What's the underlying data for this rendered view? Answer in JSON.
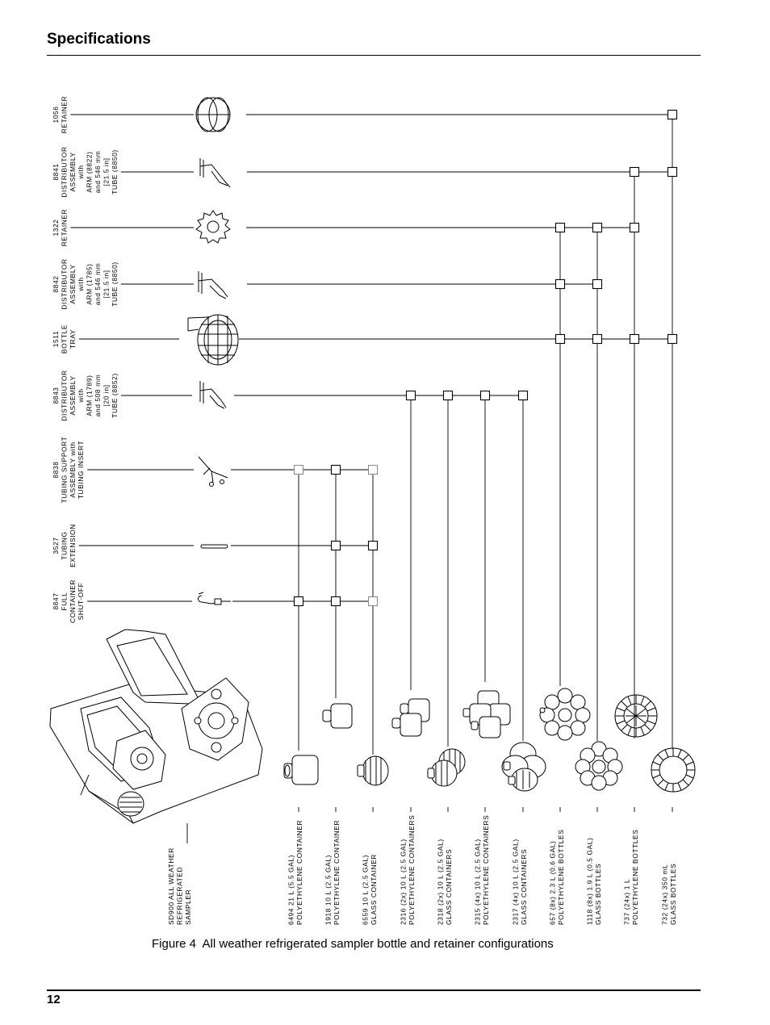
{
  "page": {
    "heading": "Specifications",
    "page_number": "12",
    "caption": "Figure 4  All weather refrigerated sampler bottle and retainer configurations"
  },
  "components": [
    {
      "id": "c1056",
      "lines": [
        "1056",
        "RETAINER"
      ]
    },
    {
      "id": "c8841",
      "lines": [
        "8841",
        "DISTRIBUTOR",
        "ASSEMBLY",
        "with",
        "ARM (8822)",
        "and 546 mm",
        "[21.5 in]",
        "TUBE (8850)"
      ]
    },
    {
      "id": "c1322",
      "lines": [
        "1322",
        "RETAINER"
      ]
    },
    {
      "id": "c8842",
      "lines": [
        "8842",
        "DISTRIBUTOR",
        "ASSEMBLY",
        "with",
        "ARM (1785)",
        "and 546 mm",
        "[21.5 in]",
        "TUBE (8850)"
      ]
    },
    {
      "id": "c1511",
      "lines": [
        "1511",
        "BOTTLE",
        "TRAY"
      ]
    },
    {
      "id": "c8843",
      "lines": [
        "8843",
        "DISTRIBUTOR",
        "ASSEMBLY",
        "with",
        "ARM (1789)",
        "and 508 mm",
        "[20 in]",
        "TUBE (8852)"
      ]
    },
    {
      "id": "c8838",
      "lines": [
        "8838",
        "TUBING SUPPORT",
        "ASSEMBLY with",
        "TUBING INSERT"
      ]
    },
    {
      "id": "c3527",
      "lines": [
        "3527",
        "TUBING",
        "EXTENSION"
      ]
    },
    {
      "id": "c8847",
      "lines": [
        "8847",
        "FULL",
        "CONTAINER",
        "SHUT-OFF"
      ]
    }
  ],
  "sampler": {
    "lines": [
      "SD900 ALL WEATHER",
      "REFRIGERATED",
      "SAMPLER"
    ]
  },
  "containers": [
    {
      "id": "k6494",
      "lines": [
        "6494  21 L (5.5 GAL)",
        "POLYETHYLENE CONTAINER"
      ]
    },
    {
      "id": "k1918",
      "lines": [
        "1918  10 L (2.5 GAL)",
        "POLYETHYLENE CONTAINER"
      ]
    },
    {
      "id": "k6559",
      "lines": [
        "6559  10 L (2.5 GAL)",
        "GLASS CONTAINER"
      ]
    },
    {
      "id": "k2316",
      "lines": [
        "2316 (2x) 10 L (2.5 GAL)",
        "POLYETHYLENE CONTAINERS"
      ]
    },
    {
      "id": "k2318",
      "lines": [
        "2318 (2x) 10 L (2.5 GAL)",
        "GLASS CONTAINERS"
      ]
    },
    {
      "id": "k2315",
      "lines": [
        "2315 (4x) 10 L (2.5 GAL)",
        "POLYETHYLENE CONTAINERS"
      ]
    },
    {
      "id": "k2317",
      "lines": [
        "2317 (4x) 10 L (2.5 GAL)",
        "GLASS CONTAINERS"
      ]
    },
    {
      "id": "k657",
      "lines": [
        "657 (8x) 2.3 L (0.6 GAL)",
        "POLYETHYLENE BOTTLES"
      ]
    },
    {
      "id": "k1118",
      "lines": [
        "1118 (8x) 1.9 L (0.5 GAL)",
        "GLASS BOTTLES"
      ]
    },
    {
      "id": "k737",
      "lines": [
        "737 (24x) 1 L",
        "POLYETHYLENE BOTTLES"
      ]
    },
    {
      "id": "k732",
      "lines": [
        "732 (24x) 350 mL",
        "GLASS BOTTLES"
      ]
    }
  ],
  "compatibility": {
    "k6494": [
      "c8838",
      "c8847"
    ],
    "k1918": [
      "c8838",
      "c3527",
      "c8847"
    ],
    "k6559": [
      "c8838",
      "c3527",
      "c8847"
    ],
    "k2316": [
      "c8843"
    ],
    "k2318": [
      "c8843"
    ],
    "k2315": [
      "c8843"
    ],
    "k2317": [
      "c8843"
    ],
    "k657": [
      "c1322",
      "c8842",
      "c1511"
    ],
    "k1118": [
      "c1322",
      "c8842",
      "c1511"
    ],
    "k737": [
      "c8841",
      "c1322",
      "c1511"
    ],
    "k732": [
      "c1056",
      "c8841",
      "c1511"
    ]
  }
}
